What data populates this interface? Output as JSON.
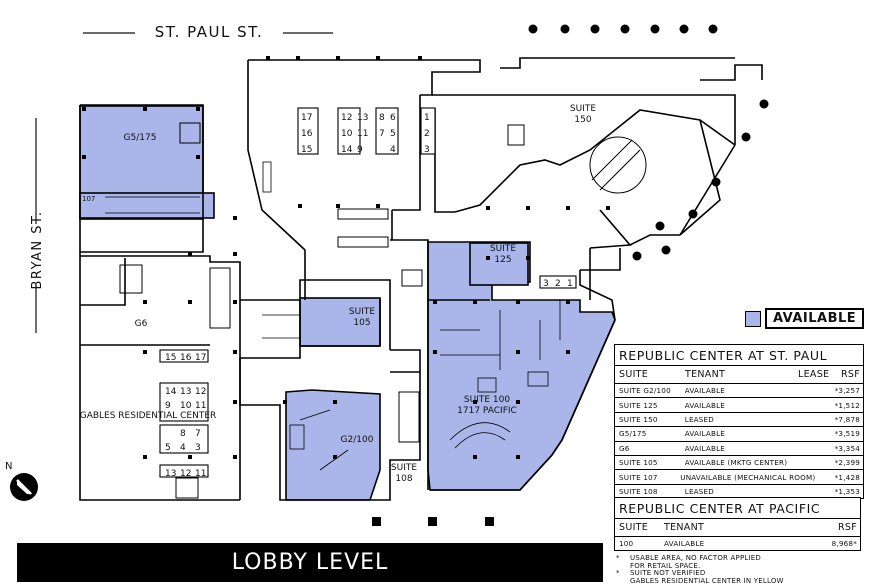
{
  "streets": {
    "north": "ST. PAUL ST.",
    "west": "BRYAN ST."
  },
  "compass": {
    "label": "N"
  },
  "plan_labels": {
    "g5_175": "G5/175",
    "g6": "G6",
    "gables": "GABLES RESIDENTIAL CENTER",
    "s107": "107",
    "s150_a": "SUITE",
    "s150_b": "150",
    "s125_a": "SUITE",
    "s125_b": "125",
    "s105_a": "SUITE",
    "s105_b": "105",
    "s100_a": "SUITE 100",
    "s100_b": "1717 PACIFIC",
    "g2": "G2/100",
    "s108_a": "SUITE",
    "s108_b": "108"
  },
  "elevators": {
    "top": [
      "17",
      "16",
      "15",
      "12",
      "11",
      "10",
      "13",
      "14",
      "9",
      "8",
      "7",
      "6",
      "5",
      "4",
      "3",
      "2",
      "1"
    ],
    "g6": [
      "15",
      "16",
      "17"
    ],
    "gables1": [
      "14",
      "13",
      "12",
      "11"
    ],
    "gables2": [
      "9",
      "10",
      "11"
    ],
    "gables3": [
      "8",
      "7"
    ],
    "gables4": [
      "5",
      "4",
      "3"
    ],
    "gables5": [
      "13",
      "12",
      "11"
    ],
    "suite125": [
      "3",
      "2",
      "1"
    ]
  },
  "legend": {
    "label": "AVAILABLE",
    "color": "#aab6ea"
  },
  "colors": {
    "available_fill": "#aab6ea",
    "ink": "#000000"
  },
  "table_st_paul": {
    "title": "REPUBLIC CENTER AT ST. PAUL",
    "headers": {
      "suite": "SUITE",
      "tenant": "TENANT",
      "lease": "LEASE",
      "rsf": "RSF"
    },
    "rows": [
      {
        "suite": "SUITE G2/100",
        "tenant": "AVAILABLE",
        "rsf": "*3,257"
      },
      {
        "suite": "SUITE 125",
        "tenant": "AVAILABLE",
        "rsf": "*1,512"
      },
      {
        "suite": "SUITE 150",
        "tenant": "LEASED",
        "rsf": "*7,878"
      },
      {
        "suite": "G5/175",
        "tenant": "AVAILABLE",
        "rsf": "*3,519"
      },
      {
        "suite": "G6",
        "tenant": "AVAILABLE",
        "rsf": "*3,354"
      },
      {
        "suite": "SUITE 105",
        "tenant": "AVAILABLE (MKTG CENTER)",
        "rsf": "*2,399"
      },
      {
        "suite": "SUITE 107",
        "tenant": "UNAVAILABLE (MECHANICAL ROOM)",
        "rsf": "*1,428"
      },
      {
        "suite": "SUITE 108",
        "tenant": "LEASED",
        "rsf": "*1,353"
      }
    ]
  },
  "table_pacific": {
    "title": "REPUBLIC CENTER AT PACIFIC",
    "headers": {
      "suite": "SUITE",
      "tenant": "TENANT",
      "rsf": "RSF"
    },
    "rows": [
      {
        "suite": "100",
        "tenant": "AVAILABLE",
        "rsf": "8,968*"
      }
    ]
  },
  "notes": [
    {
      "mark": "*",
      "text": "USABLE AREA, NO FACTOR APPLIED"
    },
    {
      "mark": "",
      "text": "FOR RETAIL SPACE."
    },
    {
      "mark": "*",
      "text": "SUITE NOT VERIFIED"
    },
    {
      "mark": "",
      "text": "GABLES RESIDENTIAL CENTER IN YELLOW"
    }
  ],
  "footer": {
    "title": "LOBBY LEVEL"
  }
}
